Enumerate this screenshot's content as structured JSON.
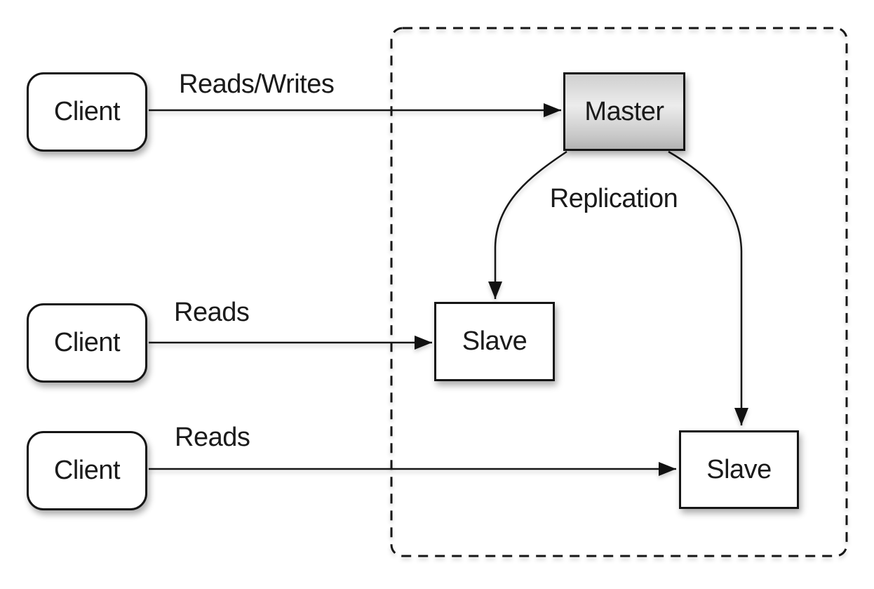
{
  "nodes": {
    "clients": [
      {
        "label": "Client"
      },
      {
        "label": "Client"
      },
      {
        "label": "Client"
      }
    ],
    "master": {
      "label": "Master"
    },
    "slaves": [
      {
        "label": "Slave"
      },
      {
        "label": "Slave"
      }
    ]
  },
  "edges": {
    "reads_writes": {
      "label": "Reads/Writes"
    },
    "reads_top": {
      "label": "Reads"
    },
    "reads_bottom": {
      "label": "Reads"
    },
    "replication": {
      "label": "Replication"
    }
  },
  "colors": {
    "background": "#ffffff",
    "stroke": "#161616",
    "arrowhead": "#111111",
    "node_fill": "#ffffff",
    "master_fill_top": "#cfcfcf",
    "master_fill_mid": "#ececec",
    "master_fill_bottom": "#b2b2b2",
    "text": "#1a1a1a"
  }
}
